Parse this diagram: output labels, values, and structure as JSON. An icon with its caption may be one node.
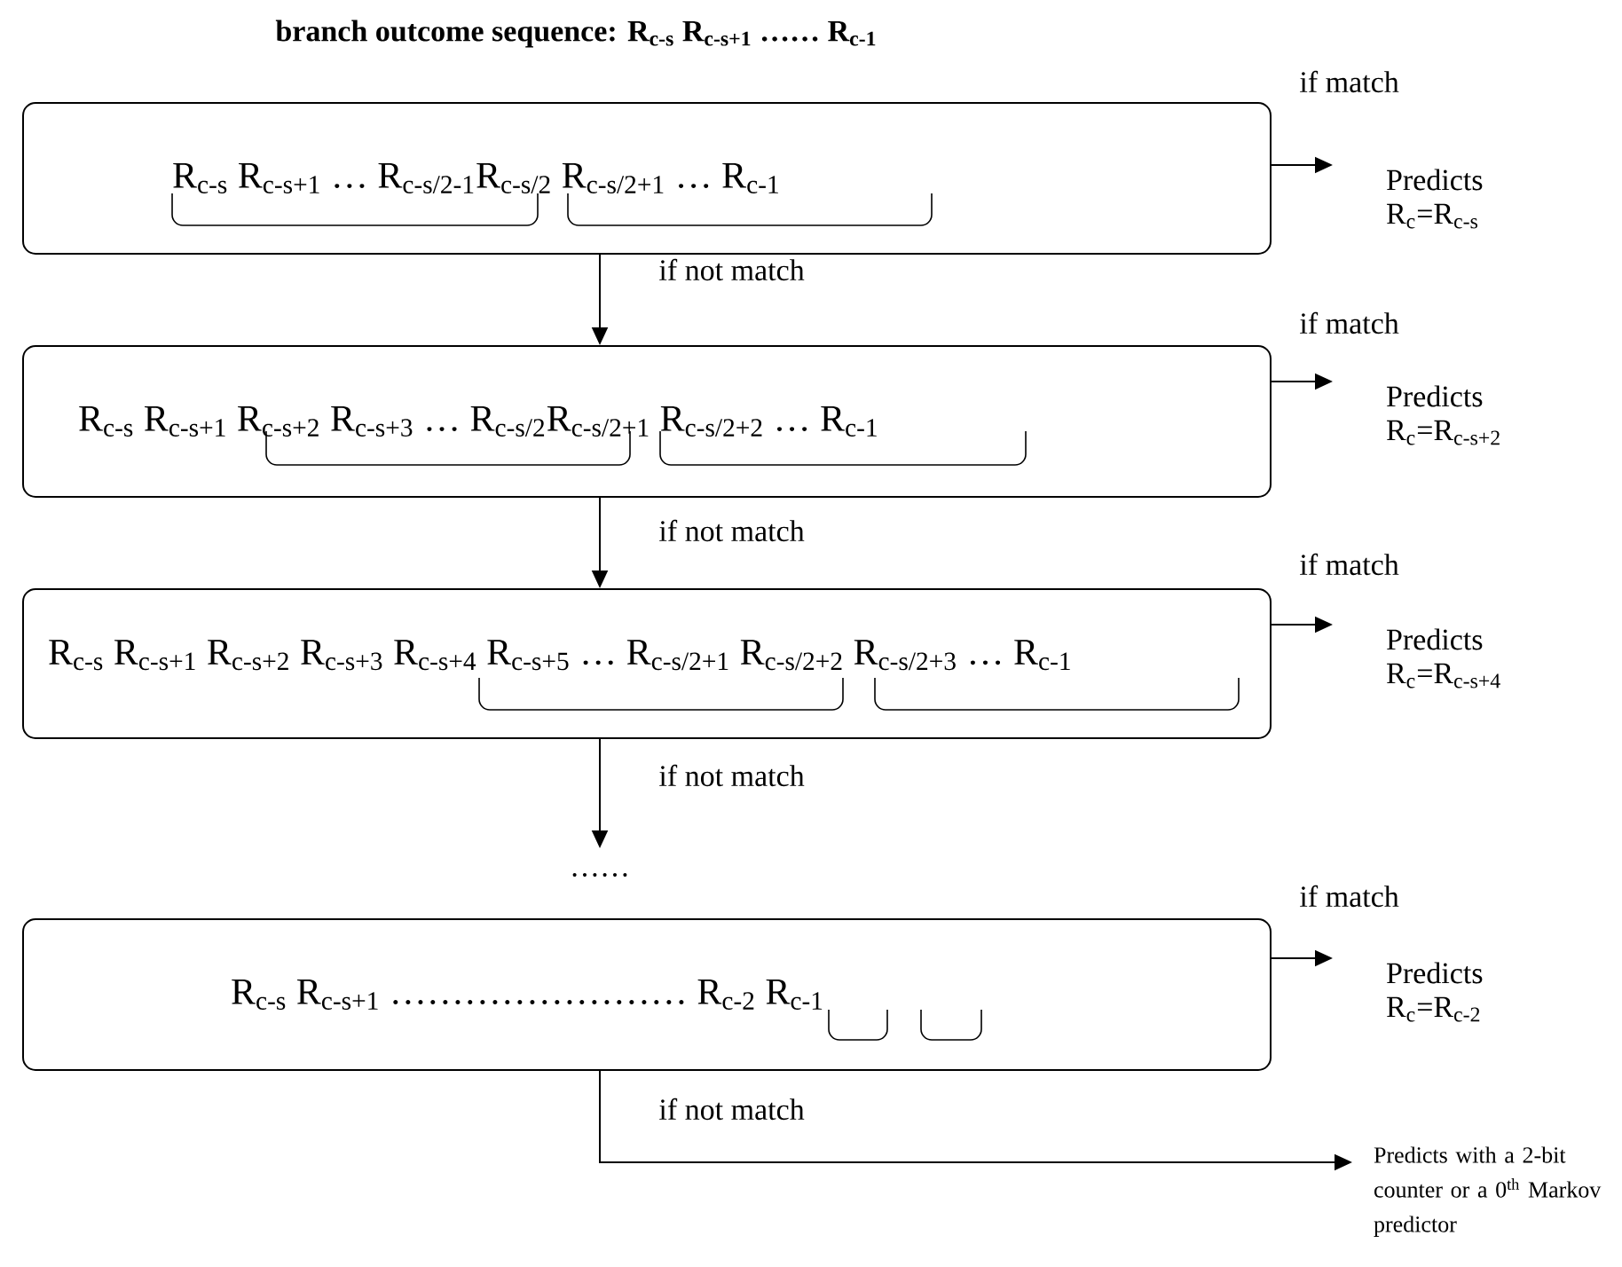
{
  "diagram": {
    "title": "branch outcome sequence: R$_{c-s}$ R$_{c-s+1}$ …… R$_{c-1}$",
    "nodes": [
      {
        "text": [
          "R$_{c-s}$ R$_{c-s+1}$ … R$_{c-s/2-1}$R$_{c-s/2}$ R$_{c-s/2+1}$ … R$_{c-1}$"
        ]
      },
      {
        "text": [
          "Predicts",
          "R$_{c}$=R$_{c-s}$"
        ]
      },
      {
        "text": [
          "R$_{c-s}$ R$_{c-s+1}$ R$_{c-s+2}$ R$_{c-s+3}$ … R$_{c-s/2}$R$_{c-s/2+1}$ R$_{c-s/2+2}$ … R$_{c-1}$"
        ]
      },
      {
        "text": [
          "Predicts",
          "R$_{c}$=R$_{c-s+2}$"
        ]
      },
      {
        "text": [
          "R$_{c-s}$ R$_{c-s+1}$ R$_{c-s+2}$ R$_{c-s+3}$ R$_{c-s+4}$ R$_{c-s+5}$ … R$_{c-s/2+1}$ R$_{c-s/2+2}$ R$_{c-s/2+3}$ … R$_{c-1}$"
        ]
      },
      {
        "text": [
          "Predicts",
          "R$_{c}$=R$_{c-s+4}$"
        ]
      },
      {
        "text": [
          "……"
        ]
      },
      {
        "text": [
          "R$_{c-s}$ R$_{c-s+1}$ …………………… R$_{c-2}$ R$_{c-1}$"
        ]
      },
      {
        "text": [
          "Predicts",
          "R$_{c}$=R$_{c-2}$"
        ]
      },
      {
        "text": [
          "Predicts with a 2-bit counter or a 0$^{th}$ Markov predictor"
        ]
      }
    ],
    "edges": [
      {
        "from": 0,
        "to": 1,
        "arrow": "to",
        "label": "if match"
      },
      {
        "from": 0,
        "to": 2,
        "arrow": "to",
        "label": "if not match"
      },
      {
        "from": 2,
        "to": 3,
        "arrow": "to",
        "label": "if match"
      },
      {
        "from": 2,
        "to": 4,
        "arrow": "to",
        "label": "if not match"
      },
      {
        "from": 4,
        "to": 5,
        "arrow": "to",
        "label": "if match"
      },
      {
        "from": 4,
        "to": 6,
        "arrow": "to",
        "label": "if not match"
      },
      {
        "from": 7,
        "to": 8,
        "arrow": "to",
        "label": "if match"
      },
      {
        "from": 7,
        "to": 9,
        "arrow": "to",
        "label": "if not match"
      }
    ]
  }
}
